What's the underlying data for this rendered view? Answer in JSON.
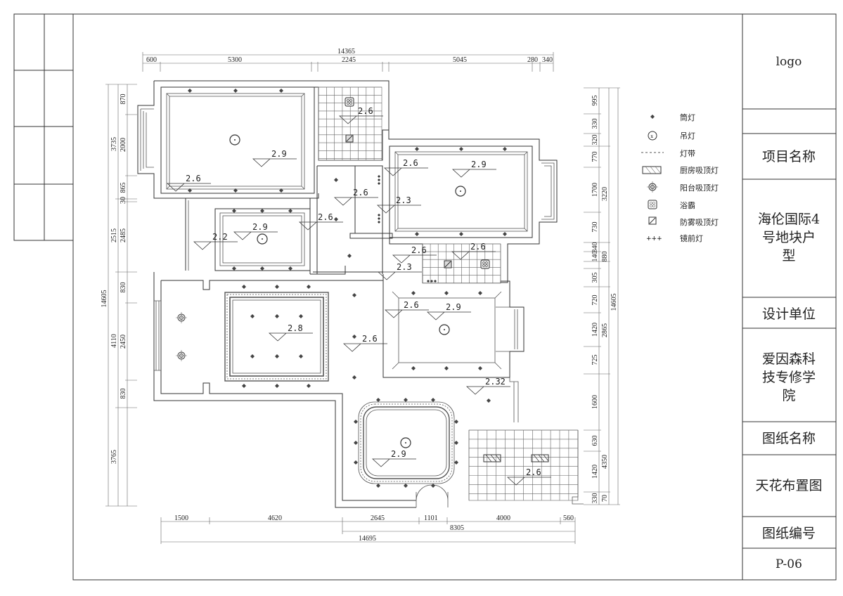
{
  "title_block": {
    "logo": "logo",
    "project_name_label": "项目名称",
    "project_name_lines": [
      "海伦国际4",
      "号地块户",
      "型"
    ],
    "design_unit_label": "设计单位",
    "design_unit_lines": [
      "爱因森科",
      "技专修学",
      "院"
    ],
    "drawing_name_label": "图纸名称",
    "drawing_name": "天花布置图",
    "drawing_no_label": "图纸编号",
    "drawing_no": "P-06"
  },
  "legend": [
    {
      "icon": "downlight-icon",
      "label": "筒灯"
    },
    {
      "icon": "pendant-lamp-icon",
      "label": "吊灯"
    },
    {
      "icon": "light-strip-icon",
      "label": "灯带"
    },
    {
      "icon": "kitchen-ceiling-lamp-icon",
      "label": "厨房吸顶灯"
    },
    {
      "icon": "balcony-ceiling-lamp-icon",
      "label": "阳台吸顶灯"
    },
    {
      "icon": "bath-heater-icon",
      "label": "浴霸"
    },
    {
      "icon": "fogproof-ceiling-lamp-icon",
      "label": "防雾吸顶灯"
    },
    {
      "icon": "mirror-light-icon",
      "label": "镜前灯"
    }
  ],
  "dimensions": {
    "top_total": "14365",
    "top": [
      "600",
      "5300",
      "2245",
      "5045",
      "280",
      "340"
    ],
    "bottom": [
      "1500",
      "4620",
      "2645",
      "1101",
      "4000",
      "560"
    ],
    "bottom_sub": "8305",
    "bottom_total": "14695",
    "left_total": "14605",
    "left_mid": [
      "3735",
      "2515",
      "4110",
      "3765"
    ],
    "left_inner": [
      "870",
      "2000",
      "865",
      "30",
      "2485",
      "830",
      "2450",
      "830"
    ],
    "right_inner": [
      "995",
      "330",
      "320",
      "770",
      "1700",
      "730",
      "340",
      "140",
      "305",
      "720",
      "1420",
      "725",
      "1600",
      "630",
      "1420",
      "330"
    ],
    "right_mid": [
      "3220",
      "880",
      "2865",
      "4350",
      "70"
    ],
    "right_total": "14605"
  },
  "ceiling_heights": [
    "2.9",
    "2.6",
    "2.6",
    "2.6",
    "2.6",
    "2.9",
    "2.2",
    "2.3",
    "2.6",
    "2.9",
    "2.6",
    "2.3",
    "2.6",
    "2.6",
    "2.9",
    "2.8",
    "2.6",
    "2.32",
    "2.9",
    "2.6"
  ],
  "colors": {
    "line": "#333333",
    "background": "#ffffff"
  }
}
